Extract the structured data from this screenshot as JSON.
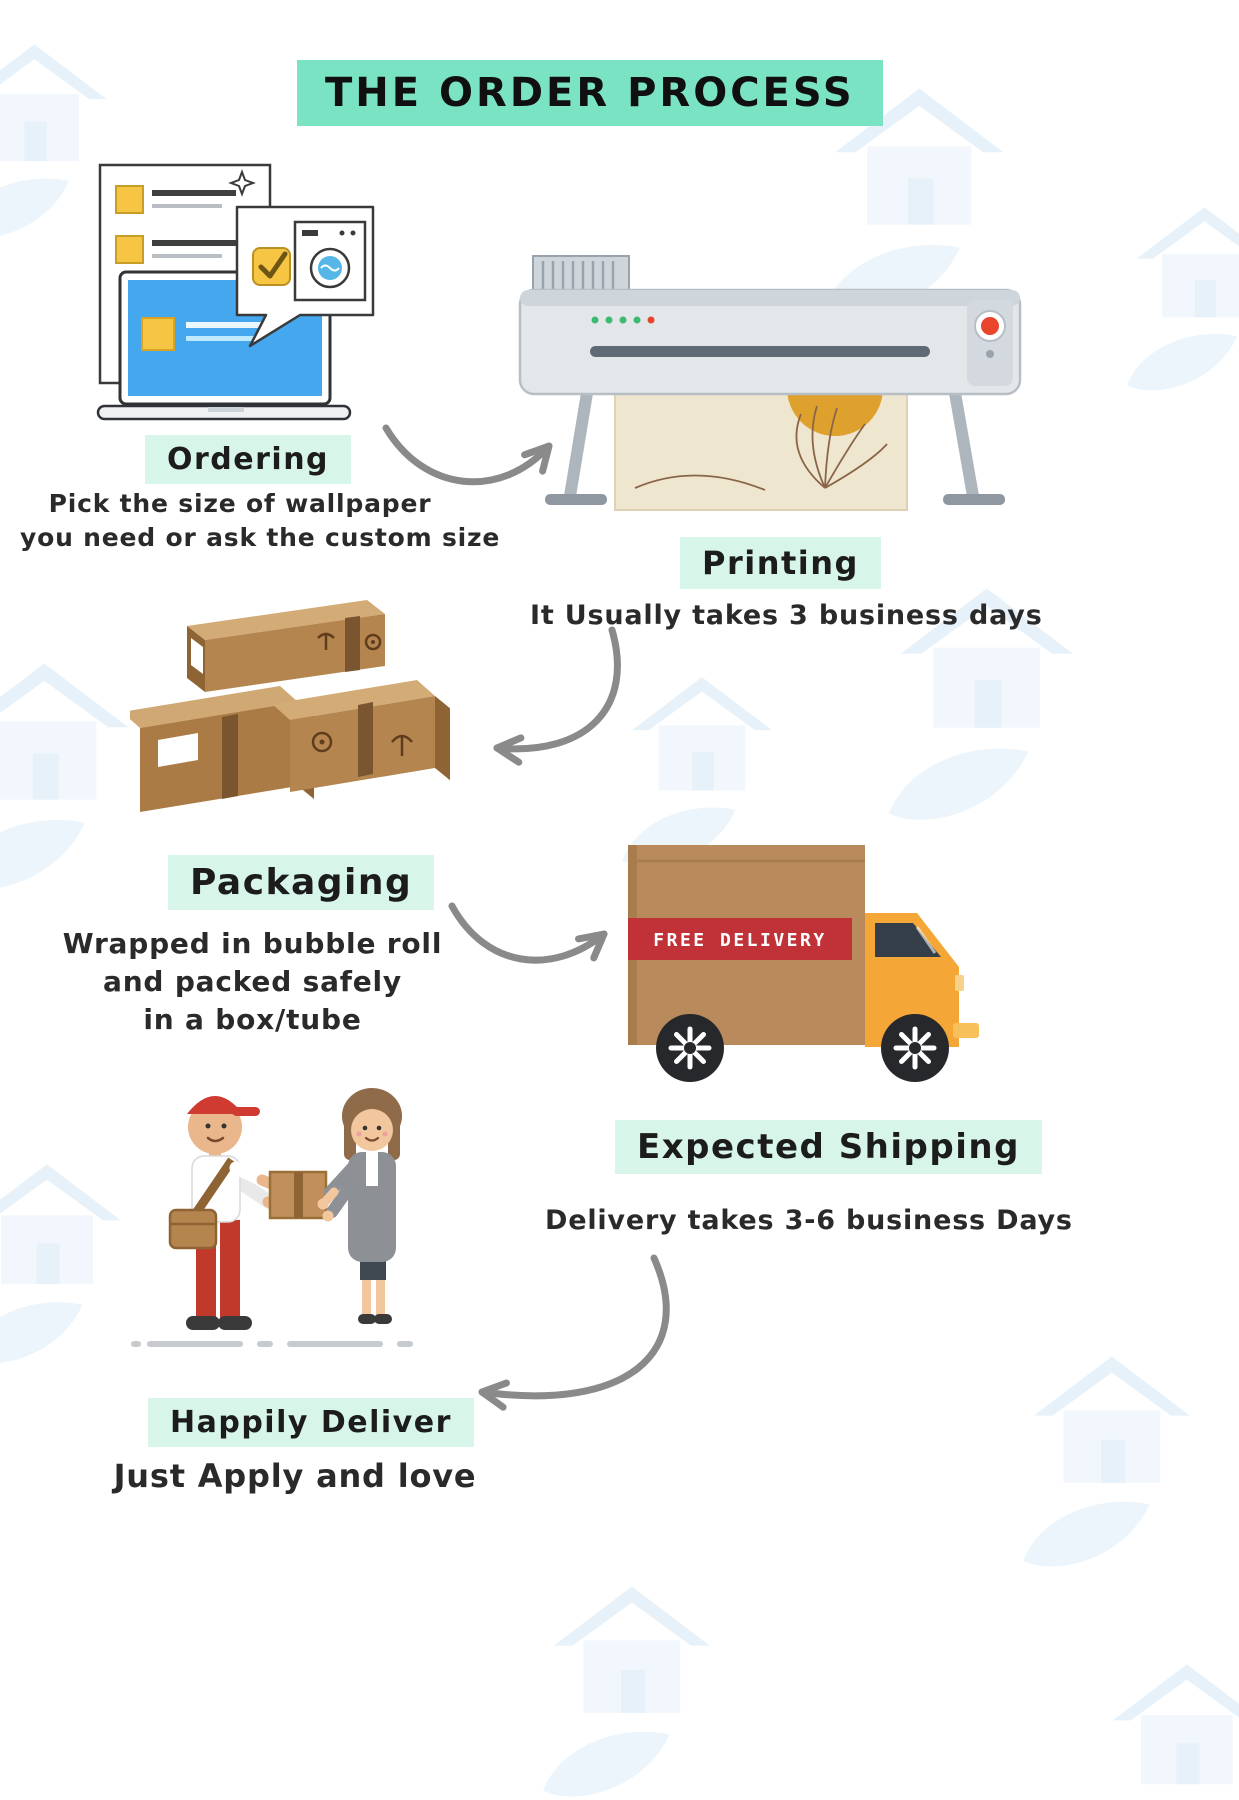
{
  "title": "THE ORDER PROCESS",
  "steps": {
    "ordering": {
      "label": "Ordering",
      "line1": "Pick the size of wallpaper",
      "line2": "you need or ask the custom size"
    },
    "printing": {
      "label": "Printing",
      "line1": "It Usually takes 3 business days"
    },
    "packaging": {
      "label": "Packaging",
      "line1": "Wrapped in bubble roll",
      "line2": "and  packed safely",
      "line3": "in a box/tube"
    },
    "shipping": {
      "label": "Expected Shipping",
      "line1": "Delivery takes 3-6 business Days"
    },
    "deliver": {
      "label": "Happily Deliver",
      "line1": "Just Apply and love"
    }
  },
  "truck": {
    "banner": "FREE DELIVERY"
  },
  "icons": {
    "ordering": "order-documents-laptop-illustration",
    "printing": "wide-format-printer-illustration",
    "packaging": "cardboard-boxes-illustration",
    "shipping": "delivery-truck-illustration",
    "deliver": "package-handoff-illustration",
    "watermark": "house-leaf-watermark-icon",
    "arrows": "curved-process-arrow"
  },
  "colors": {
    "title_bg": "#7ae3c3",
    "label_bg": "#d7f5e9",
    "arrow_gray": "#8a8a8a",
    "banner_red": "#c13238",
    "truck_orange": "#f4a636",
    "box_brown": "#b5854f",
    "laptop_blue": "#45a7ee",
    "sticky_yellow": "#f6c544",
    "watermark_blue": "#ddeef9"
  }
}
